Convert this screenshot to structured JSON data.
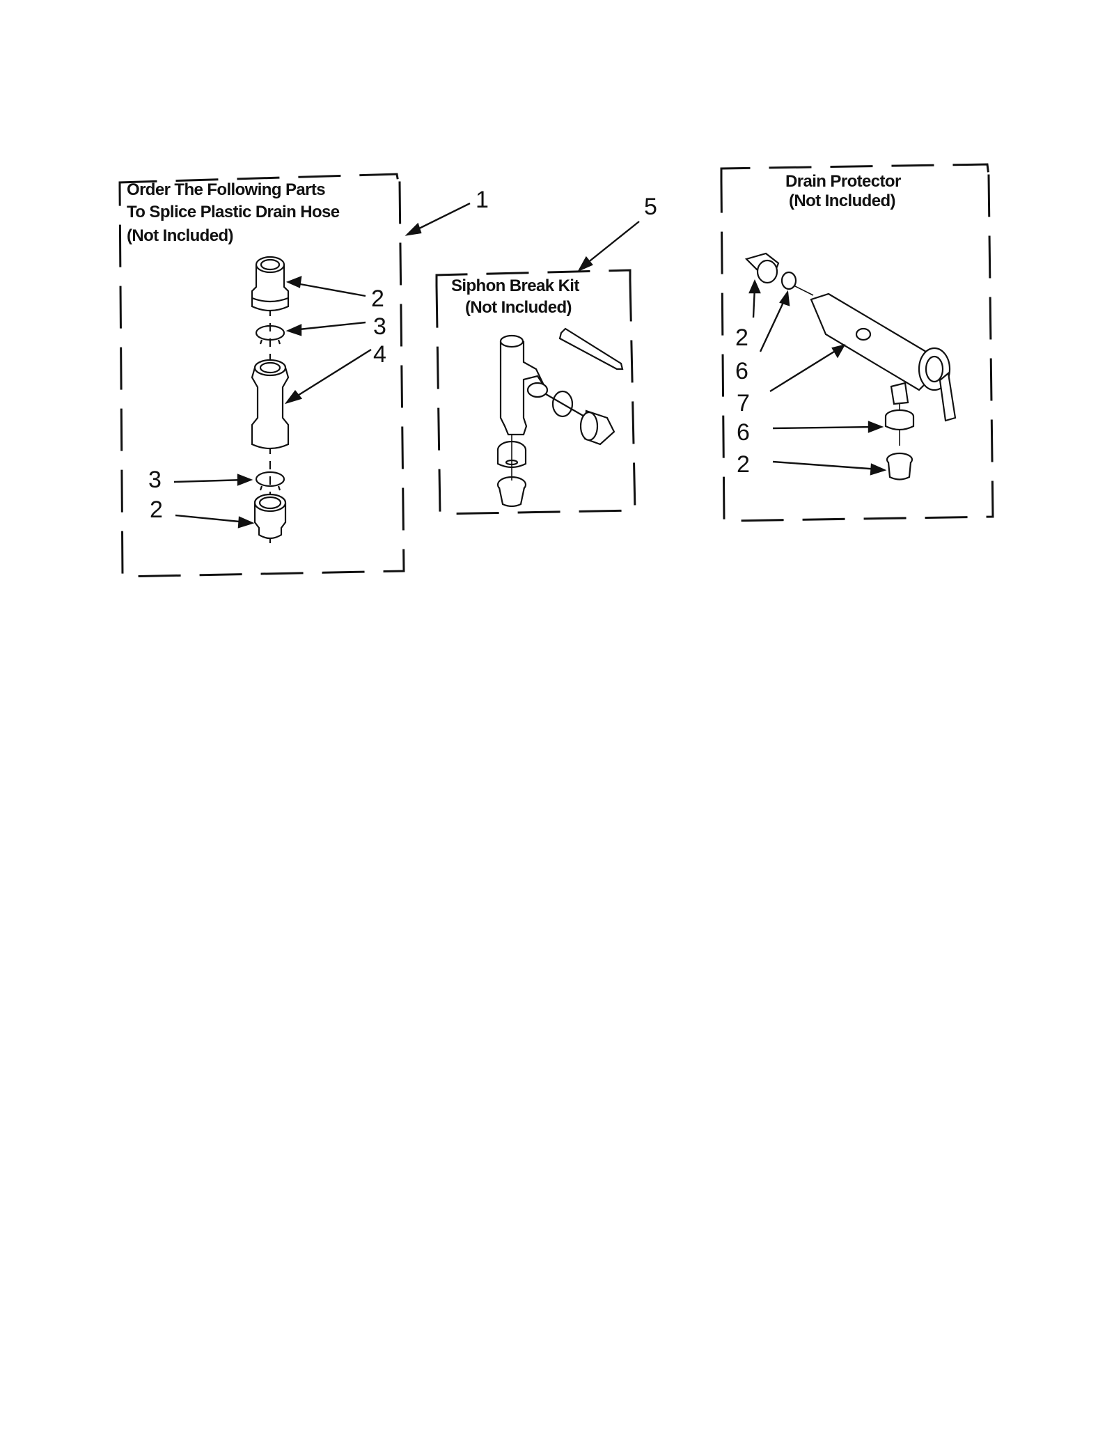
{
  "diagram": {
    "type": "exploded parts diagram",
    "colors": {
      "ink": "#111111",
      "background": "#ffffff"
    },
    "groups": [
      {
        "id": "splice-kit",
        "callout": "1",
        "title_lines": [
          "Order The Following Parts",
          "To Splice Plastic Drain Hose",
          "(Not Included)"
        ],
        "part_labels": [
          "2",
          "3",
          "4",
          "3",
          "2"
        ]
      },
      {
        "id": "siphon-break-kit",
        "callout": "5",
        "title_lines": [
          "Siphon Break Kit",
          "(Not Included)"
        ]
      },
      {
        "id": "drain-protector",
        "title_lines": [
          "Drain Protector",
          "(Not Included)"
        ],
        "part_labels": [
          "2",
          "6",
          "7",
          "6",
          "2"
        ]
      }
    ]
  }
}
